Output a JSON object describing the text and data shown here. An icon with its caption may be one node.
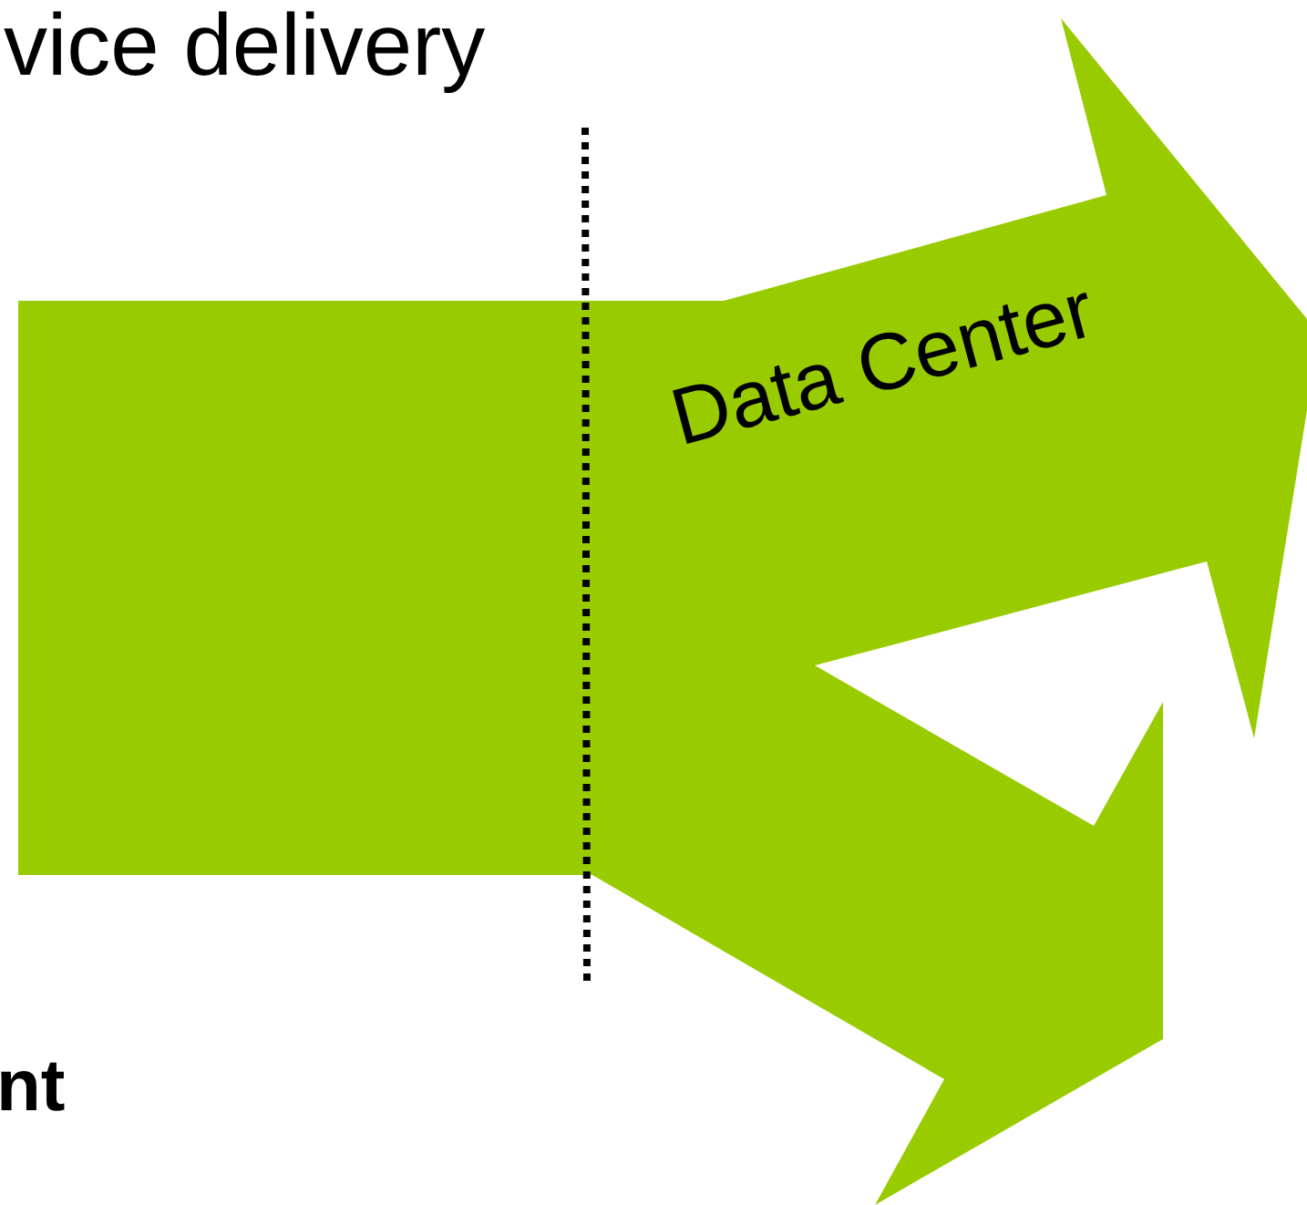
{
  "diagram": {
    "title": "vice delivery",
    "nodes": [
      {
        "text": [
          "Data Center"
        ]
      }
    ],
    "labels": [
      "nt"
    ]
  }
}
